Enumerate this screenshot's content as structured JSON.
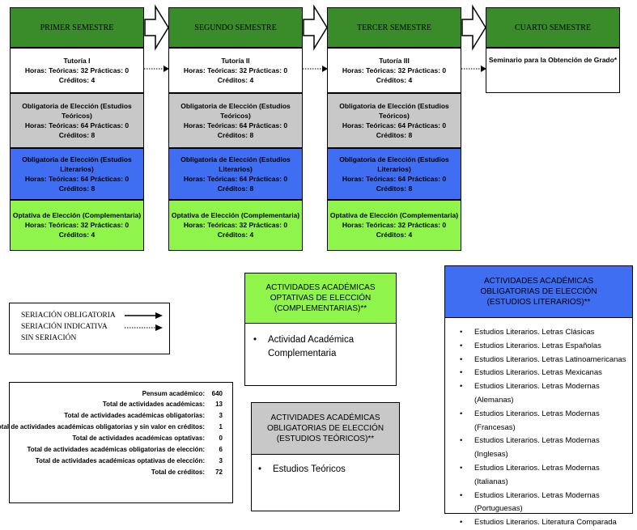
{
  "semesters": [
    {
      "header": "PRIMER SEMESTRE",
      "tutoria": {
        "title": "Tutoría I",
        "line": "Horas: Teóricas: 32 Prácticas: 0 Créditos: 4"
      }
    },
    {
      "header": "SEGUNDO SEMESTRE",
      "tutoria": {
        "title": "Tutoría II",
        "line": "Horas: Teóricas: 32 Prácticas: 0 Créditos: 4"
      }
    },
    {
      "header": "TERCER SEMESTRE",
      "tutoria": {
        "title": "Tutoría III",
        "line": "Horas: Teóricas: 32 Prácticas: 0 Créditos: 4"
      }
    },
    {
      "header": "CUARTO SEMESTRE",
      "tutoria": {
        "title": "Seminario para la Obtención de Grado*",
        "line": ""
      }
    }
  ],
  "teoricos": {
    "title": "Obligatoria de Elección (Estudios Teóricos)",
    "line1": "Horas: Teóricas: 64 Prácticas: 0",
    "line2": "Créditos: 8"
  },
  "literarios": {
    "title": "Obligatoria de Elección (Estudios Literarios)",
    "line1": "Horas: Teóricas: 64 Prácticas: 0",
    "line2": "Créditos: 8"
  },
  "optativa": {
    "title": "Optativa de Elección (Complementaria)",
    "line1": "Horas: Teóricas: 32 Prácticas: 0 Créditos: 4"
  },
  "legend": {
    "obligatoria": "SERIACIÓN OBLIGATORIA",
    "indicativa": "SERIACIÓN INDICATIVA",
    "sin": "SIN SERIACIÓN"
  },
  "stats": [
    {
      "label": "Pensum académico:",
      "value": "640"
    },
    {
      "label": "Total de actividades académicas:",
      "value": "13"
    },
    {
      "label": "Total de actividades académicas obligatorias:",
      "value": "3"
    },
    {
      "label": "Total de actividades académicas obligatorias y sin valor en créditos:",
      "value": "1"
    },
    {
      "label": "Total de actividades académicas optativas:",
      "value": "0"
    },
    {
      "label": "Total de actividades académicas obligatorias de elección:",
      "value": "6"
    },
    {
      "label": "Total de actividades académicas optativas de elección:",
      "value": "3"
    },
    {
      "label": "Total de créditos:",
      "value": "72"
    }
  ],
  "complementarias": {
    "header": [
      "ACTIVIDADES ACADÉMICAS",
      "OPTATIVAS DE ELECCIÓN",
      "(COMPLEMENTARIAS)**"
    ],
    "items": [
      "Actividad Académica",
      "Complementaria"
    ]
  },
  "teoricos_box": {
    "header": [
      "ACTIVIDADES ACADÉMICAS",
      "OBLIGATORIAS DE ELECCIÓN",
      "(ESTUDIOS TEÓRICOS)**"
    ],
    "items": [
      "Estudios Teóricos"
    ]
  },
  "literarios_box": {
    "header": [
      "ACTIVIDADES ACADÉMICAS",
      "OBLIGATORIAS DE ELECCIÓN",
      "(ESTUDIOS LITERARIOS)**"
    ],
    "items": [
      "Estudios Literarios. Letras Clásicas",
      "Estudios Literarios.  Letras Españolas",
      "Estudios Literarios. Letras Latinoamericanas",
      "Estudios Literarios. Letras Mexicanas",
      "Estudios Literarios. Letras Modernas (Alemanas)",
      "Estudios Literarios. Letras Modernas (Francesas)",
      "Estudios Literarios. Letras Modernas (Inglesas)",
      "Estudios Literarios. Letras Modernas (Italianas)",
      "Estudios Literarios. Letras Modernas (Portuguesas)",
      "Estudios Literarios. Literatura Comparada"
    ]
  },
  "colors": {
    "header": "#3a8c2a",
    "gray": "#c8c8c8",
    "blue": "#3f6ef2",
    "lime": "#8ff54a"
  }
}
